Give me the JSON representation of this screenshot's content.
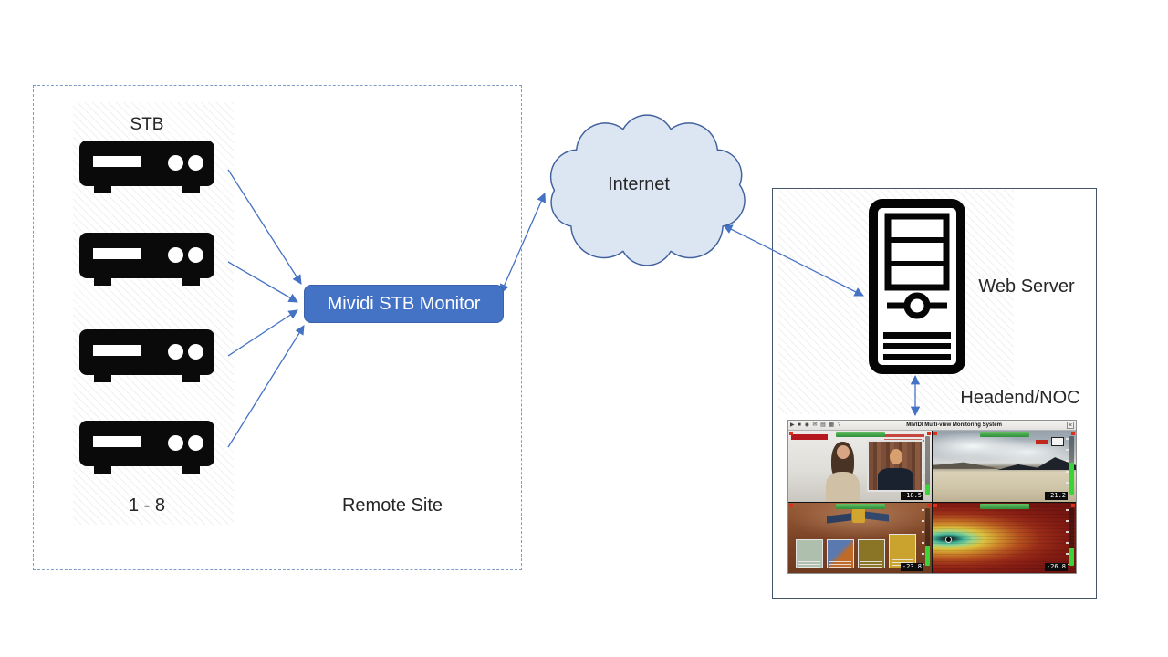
{
  "colors": {
    "accent_blue": "#4472c4",
    "cloud_fill": "#dce6f2",
    "cloud_stroke": "#41619e",
    "remote_box_border": "#7f9cc9",
    "headend_box_border": "#44546a"
  },
  "remote_site": {
    "label": "Remote Site",
    "stb_label": "STB",
    "range_label": "1 - 8"
  },
  "monitor": {
    "label": "Mividi STB Monitor"
  },
  "cloud": {
    "label": "Internet"
  },
  "headend": {
    "web_server_label": "Web Server",
    "site_label": "Headend/NOC"
  },
  "app": {
    "title": "MIVIDI Multi-view Monitoring System",
    "toolbar_icons": "▶ ■ ◉ ✉ ▤ ▦ ?",
    "close_glyph": "×",
    "tiles": [
      {
        "name": "news-interview",
        "audio_level_db": "-18.5"
      },
      {
        "name": "desert-landscape",
        "audio_level_db": "-21.2"
      },
      {
        "name": "satellite-exhibit",
        "audio_level_db": "-23.8"
      },
      {
        "name": "plasma-simulation",
        "audio_level_db": "-26.8"
      }
    ]
  }
}
